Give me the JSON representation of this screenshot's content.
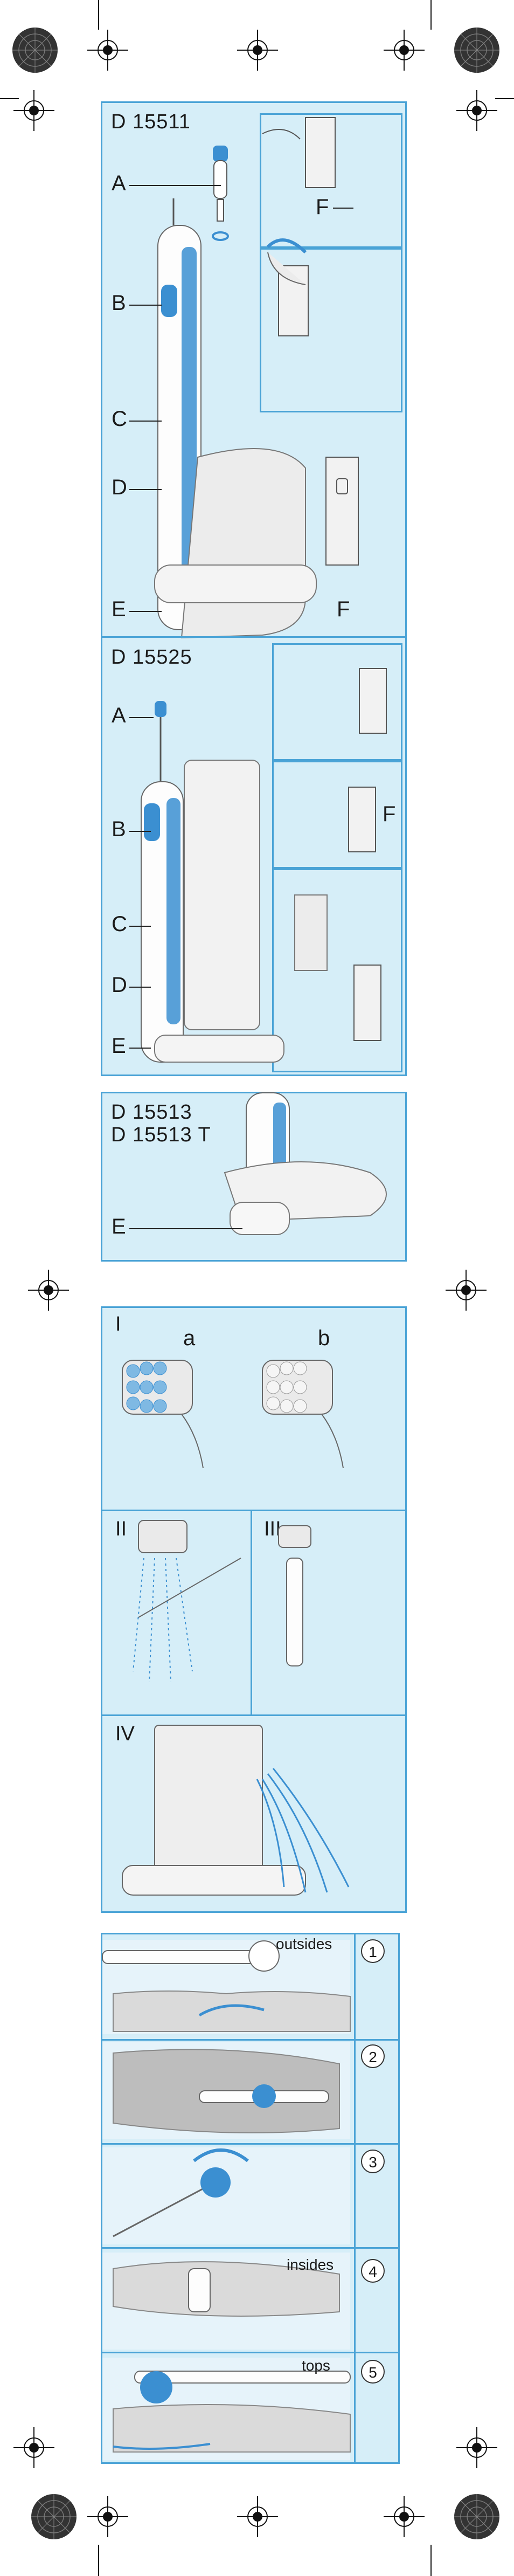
{
  "panel1": {
    "model": "D 15511",
    "labels": [
      "A",
      "B",
      "C",
      "D",
      "E"
    ],
    "side_label_top": "F",
    "side_label_bottom": "F"
  },
  "panel2": {
    "model": "D 15525",
    "labels": [
      "A",
      "B",
      "C",
      "D",
      "E"
    ],
    "side_label": "F"
  },
  "panel3": {
    "model_line1": "D 15513",
    "model_line2": "D 15513 T",
    "label": "E"
  },
  "panel4": {
    "section_I": "I",
    "sub_a": "a",
    "sub_b": "b",
    "section_II": "II",
    "section_III": "III",
    "section_IV": "IV"
  },
  "panel5": {
    "steps": [
      {
        "num": "1",
        "label": "outsides"
      },
      {
        "num": "2",
        "label": ""
      },
      {
        "num": "3",
        "label": ""
      },
      {
        "num": "4",
        "label": "insides"
      },
      {
        "num": "5",
        "label": "tops"
      }
    ]
  }
}
